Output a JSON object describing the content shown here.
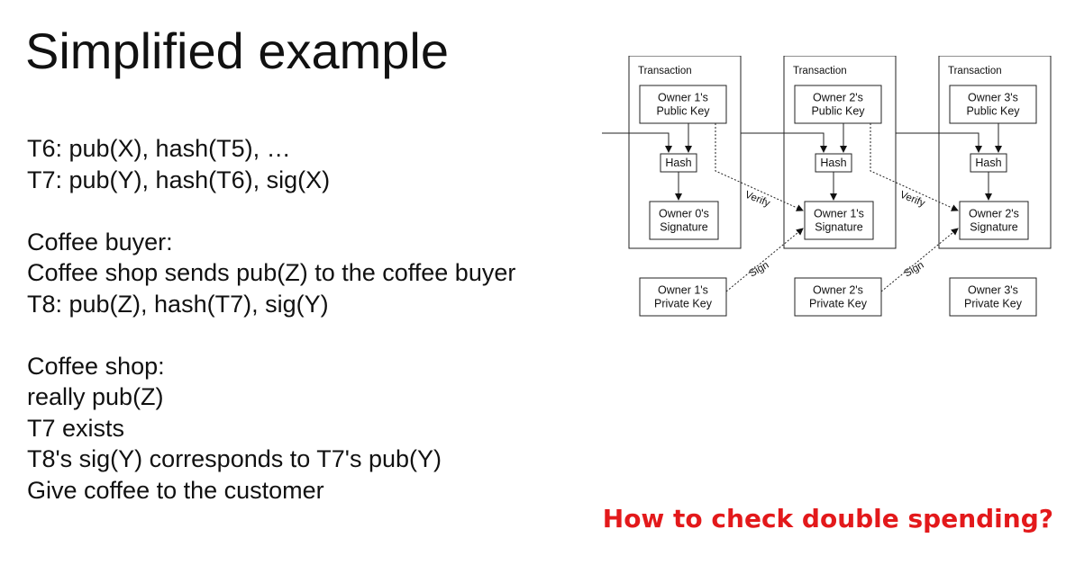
{
  "slide": {
    "title": "Simplified example",
    "lines": [
      "T6: pub(X), hash(T5), …",
      "T7: pub(Y), hash(T6), sig(X)",
      "",
      "Coffee buyer:",
      "Coffee shop sends pub(Z) to the coffee buyer",
      "T8: pub(Z), hash(T7), sig(Y)",
      "",
      "Coffee shop:",
      "really pub(Z)",
      "T7 exists",
      "T8's sig(Y) corresponds to T7's pub(Y)",
      "Give coffee to the customer"
    ],
    "callout": "How to check double spending?",
    "accent_color": "#e3191b"
  },
  "diagram": {
    "transactions": [
      {
        "header": "Transaction",
        "public_key": [
          "Owner 1's",
          "Public Key"
        ],
        "hash": "Hash",
        "signature": [
          "Owner 0's",
          "Signature"
        ],
        "private_key": [
          "Owner 1's",
          "Private Key"
        ]
      },
      {
        "header": "Transaction",
        "public_key": [
          "Owner 2's",
          "Public Key"
        ],
        "hash": "Hash",
        "signature": [
          "Owner 1's",
          "Signature"
        ],
        "private_key": [
          "Owner 2's",
          "Private Key"
        ]
      },
      {
        "header": "Transaction",
        "public_key": [
          "Owner 3's",
          "Public Key"
        ],
        "hash": "Hash",
        "signature": [
          "Owner 2's",
          "Signature"
        ],
        "private_key": [
          "Owner 3's",
          "Private Key"
        ]
      }
    ],
    "verify_label": "Verify",
    "sign_label": "Sign"
  }
}
